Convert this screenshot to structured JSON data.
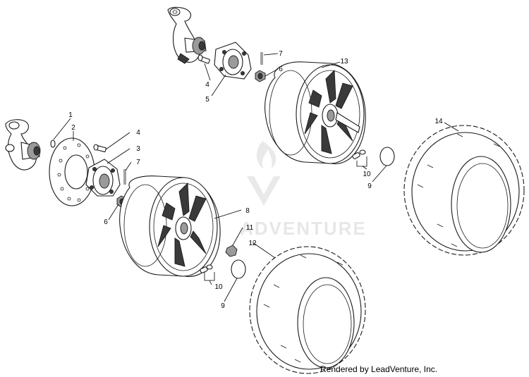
{
  "watermark": {
    "text": "ADVENTURE"
  },
  "footer": {
    "credit": "Rendered by LeadVenture, Inc."
  },
  "callouts": {
    "c1": "1",
    "c2": "2",
    "c3": "3",
    "c4_left": "4",
    "c4_top": "4",
    "c5": "5",
    "c6_left": "6",
    "c6_top": "6",
    "c7_left": "7",
    "c7_top": "7",
    "c8": "8",
    "c9_lower": "9",
    "c9_upper": "9",
    "c10_lower": "10",
    "c10_upper": "10",
    "c11": "11",
    "c12": "12",
    "c13": "13",
    "c14": "14"
  }
}
